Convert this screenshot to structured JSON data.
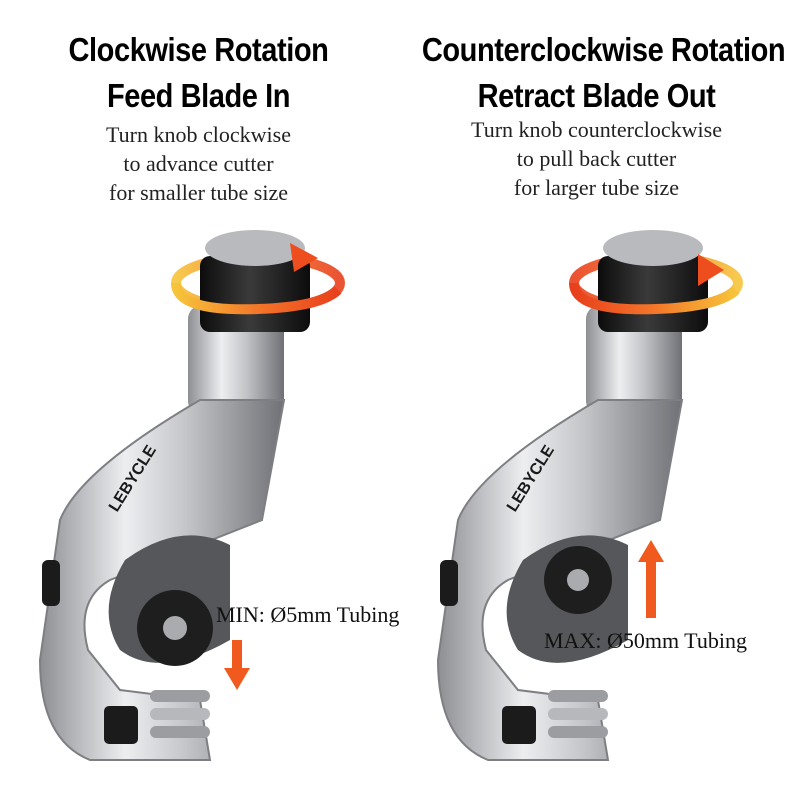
{
  "left": {
    "title_line1": "Clockwise Rotation",
    "title_line2": "Feed Blade In",
    "desc_line1": "Turn knob clockwise",
    "desc_line2": "to advance cutter",
    "desc_line3": "for smaller tube size",
    "size_label": "MIN: Ø5mm Tubing",
    "brand": "LEBYCLE"
  },
  "right": {
    "title_line1": "Counterclockwise Rotation",
    "title_line2": "Retract Blade Out",
    "desc_line1": "Turn knob counterclockwise",
    "desc_line2": "to pull back cutter",
    "desc_line3": "for larger tube size",
    "size_label": "MAX: Ø50mm Tubing",
    "brand": "LEBYCLE"
  },
  "colors": {
    "arrow_orange": "#f05a1e",
    "rotation_yellow": "#f6c43a",
    "knob_black": "#1b1b1b",
    "body_silver": "#c9cacc"
  }
}
